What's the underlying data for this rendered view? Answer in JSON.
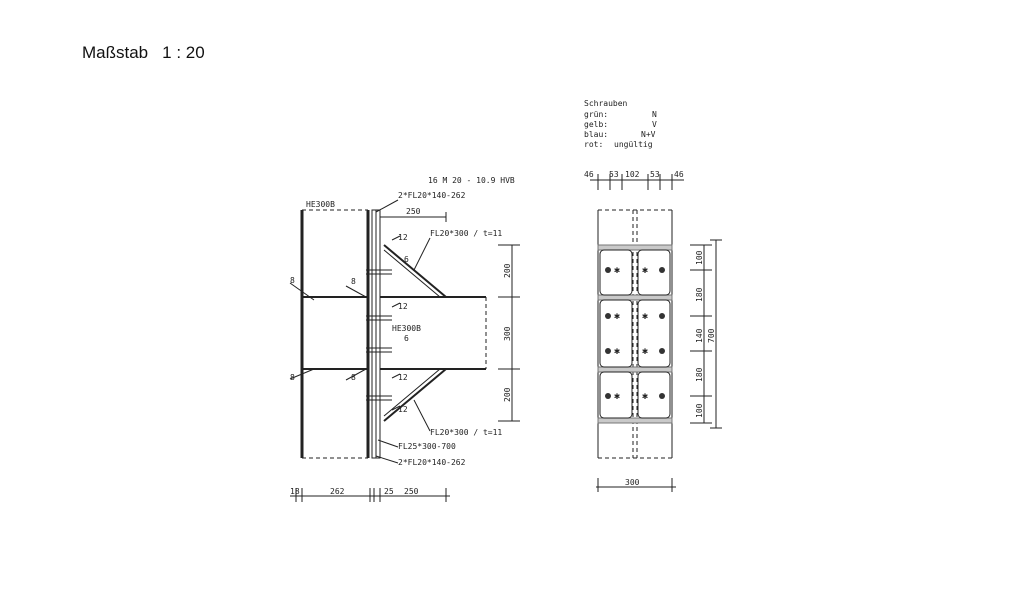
{
  "scale": {
    "label": "Maßstab",
    "value": "1 : 20"
  },
  "legend": {
    "title": "Schrauben",
    "items": [
      {
        "key": "grün:",
        "value": "N"
      },
      {
        "key": "gelb:",
        "value": "V"
      },
      {
        "key": "blau:",
        "value": "N+V"
      },
      {
        "key": "rot:",
        "value": "ungültig"
      }
    ]
  },
  "side_view": {
    "column_label": "HE300B",
    "beam_label": "HE300B",
    "bolt_spec": "16 M 20 - 10.9 HVB",
    "plate_top": "2*FL20*140-262",
    "plate_bottom": "2*FL20*140-262",
    "stiffener_top": "FL20*300 / t=11",
    "stiffener_bottom": "FL20*300 / t=11",
    "end_plate": "FL25*300-700",
    "top_dim": "250",
    "weld_12": "12",
    "weld_8": "8",
    "weld_6": "6",
    "right_dims": [
      "200",
      "300",
      "200"
    ],
    "bottom_dims": [
      "18",
      "262",
      "25",
      "250"
    ]
  },
  "front_view": {
    "top_dims": [
      "46",
      "53",
      "102",
      "53",
      "46"
    ],
    "left_dims": [
      "100",
      "180",
      "140",
      "180",
      "100"
    ],
    "total_height": "700",
    "bottom_width": "300"
  }
}
